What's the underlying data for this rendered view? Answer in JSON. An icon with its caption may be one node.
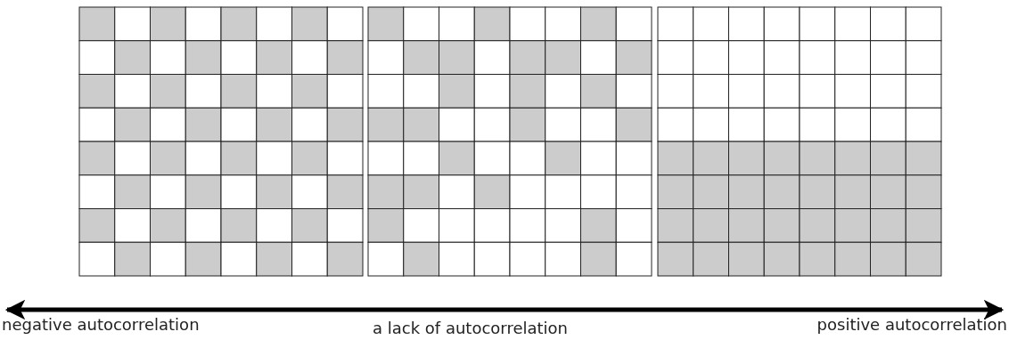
{
  "diagram": {
    "labels": [
      "negative autocorrelation",
      "a lack of autocorrelation",
      "positive autocorrelation"
    ]
  }
}
